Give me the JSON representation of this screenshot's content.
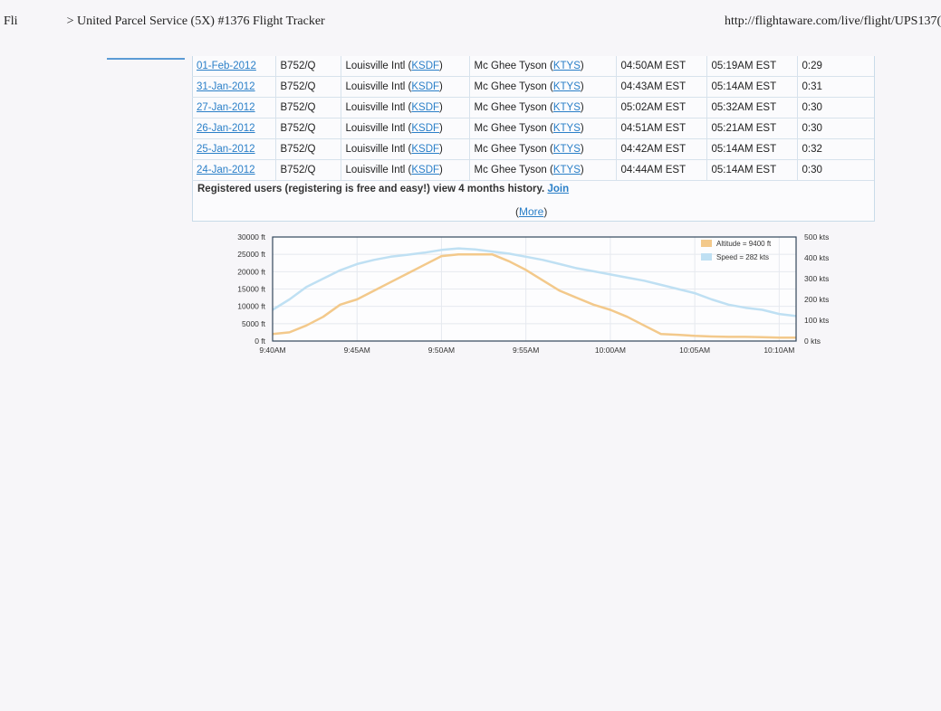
{
  "header": {
    "left_text": "Fli",
    "title": "> United Parcel Service (5X) #1376 Flight Tracker",
    "url": "http://flightaware.com/live/flight/UPS137("
  },
  "table": {
    "rows": [
      {
        "date": "01-Feb-2012",
        "aircraft": "B752/Q",
        "origin": "Louisville Intl",
        "origin_code": "KSDF",
        "dest": "Mc Ghee Tyson",
        "dest_code": "KTYS",
        "depart": "04:50AM EST",
        "arrive": "05:19AM EST",
        "duration": "0:29"
      },
      {
        "date": "31-Jan-2012",
        "aircraft": "B752/Q",
        "origin": "Louisville Intl",
        "origin_code": "KSDF",
        "dest": "Mc Ghee Tyson",
        "dest_code": "KTYS",
        "depart": "04:43AM EST",
        "arrive": "05:14AM EST",
        "duration": "0:31"
      },
      {
        "date": "27-Jan-2012",
        "aircraft": "B752/Q",
        "origin": "Louisville Intl",
        "origin_code": "KSDF",
        "dest": "Mc Ghee Tyson",
        "dest_code": "KTYS",
        "depart": "05:02AM EST",
        "arrive": "05:32AM EST",
        "duration": "0:30"
      },
      {
        "date": "26-Jan-2012",
        "aircraft": "B752/Q",
        "origin": "Louisville Intl",
        "origin_code": "KSDF",
        "dest": "Mc Ghee Tyson",
        "dest_code": "KTYS",
        "depart": "04:51AM EST",
        "arrive": "05:21AM EST",
        "duration": "0:30"
      },
      {
        "date": "25-Jan-2012",
        "aircraft": "B752/Q",
        "origin": "Louisville Intl",
        "origin_code": "KSDF",
        "dest": "Mc Ghee Tyson",
        "dest_code": "KTYS",
        "depart": "04:42AM EST",
        "arrive": "05:14AM EST",
        "duration": "0:32"
      },
      {
        "date": "24-Jan-2012",
        "aircraft": "B752/Q",
        "origin": "Louisville Intl",
        "origin_code": "KSDF",
        "dest": "Mc Ghee Tyson",
        "dest_code": "KTYS",
        "depart": "04:44AM EST",
        "arrive": "05:14AM EST",
        "duration": "0:30"
      }
    ],
    "register_text": "Registered users (registering is free and easy!) view 4 months history.",
    "join_link": "Join",
    "more_open": "(",
    "more_link": "More",
    "more_close": ")"
  },
  "colors": {
    "link": "#2a7fc8",
    "altitude": "#f3c98b",
    "speed": "#bfe0f3",
    "plot_border": "#33475b"
  },
  "chart_data": {
    "type": "line",
    "x_ticks": [
      "9:40AM",
      "9:45AM",
      "9:50AM",
      "9:55AM",
      "10:00AM",
      "10:05AM",
      "10:10AM"
    ],
    "x_range_min": [
      0,
      31
    ],
    "y_left_ticks": [
      "30000 ft",
      "25000 ft",
      "20000 ft",
      "15000 ft",
      "10000 ft",
      "5000 ft",
      "0 ft"
    ],
    "y_left_range": [
      0,
      30000
    ],
    "y_right_ticks": [
      "500 kts",
      "400 kts",
      "300 kts",
      "200 kts",
      "100 kts",
      "0 kts"
    ],
    "y_right_range": [
      0,
      500
    ],
    "grid": true,
    "legend_position": "top-right",
    "series": [
      {
        "name": "Altitude = 9400 ft",
        "axis": "left",
        "x_min": [
          0,
          1,
          2,
          3,
          4,
          5,
          6,
          7,
          8,
          9,
          10,
          11,
          12,
          13,
          14,
          15,
          16,
          17,
          18,
          19,
          20,
          21,
          22,
          23,
          24,
          25,
          26,
          27,
          28,
          29,
          30,
          31
        ],
        "values": [
          2000,
          2500,
          4500,
          7000,
          10500,
          12000,
          14500,
          17000,
          19500,
          22000,
          24500,
          25000,
          25000,
          25000,
          23000,
          20500,
          17500,
          14500,
          12500,
          10500,
          9000,
          7000,
          4500,
          2000,
          1800,
          1500,
          1300,
          1200,
          1200,
          1100,
          1000,
          1000
        ]
      },
      {
        "name": "Speed = 282 kts",
        "axis": "right",
        "x_min": [
          0,
          1,
          2,
          3,
          4,
          5,
          6,
          7,
          8,
          9,
          10,
          11,
          12,
          13,
          14,
          15,
          16,
          17,
          18,
          19,
          20,
          21,
          22,
          23,
          24,
          25,
          26,
          27,
          28,
          29,
          30,
          31
        ],
        "values": [
          150,
          200,
          260,
          300,
          340,
          370,
          390,
          405,
          415,
          425,
          438,
          445,
          440,
          430,
          420,
          405,
          390,
          370,
          350,
          335,
          320,
          305,
          290,
          270,
          250,
          230,
          200,
          175,
          160,
          150,
          130,
          120
        ]
      }
    ]
  }
}
